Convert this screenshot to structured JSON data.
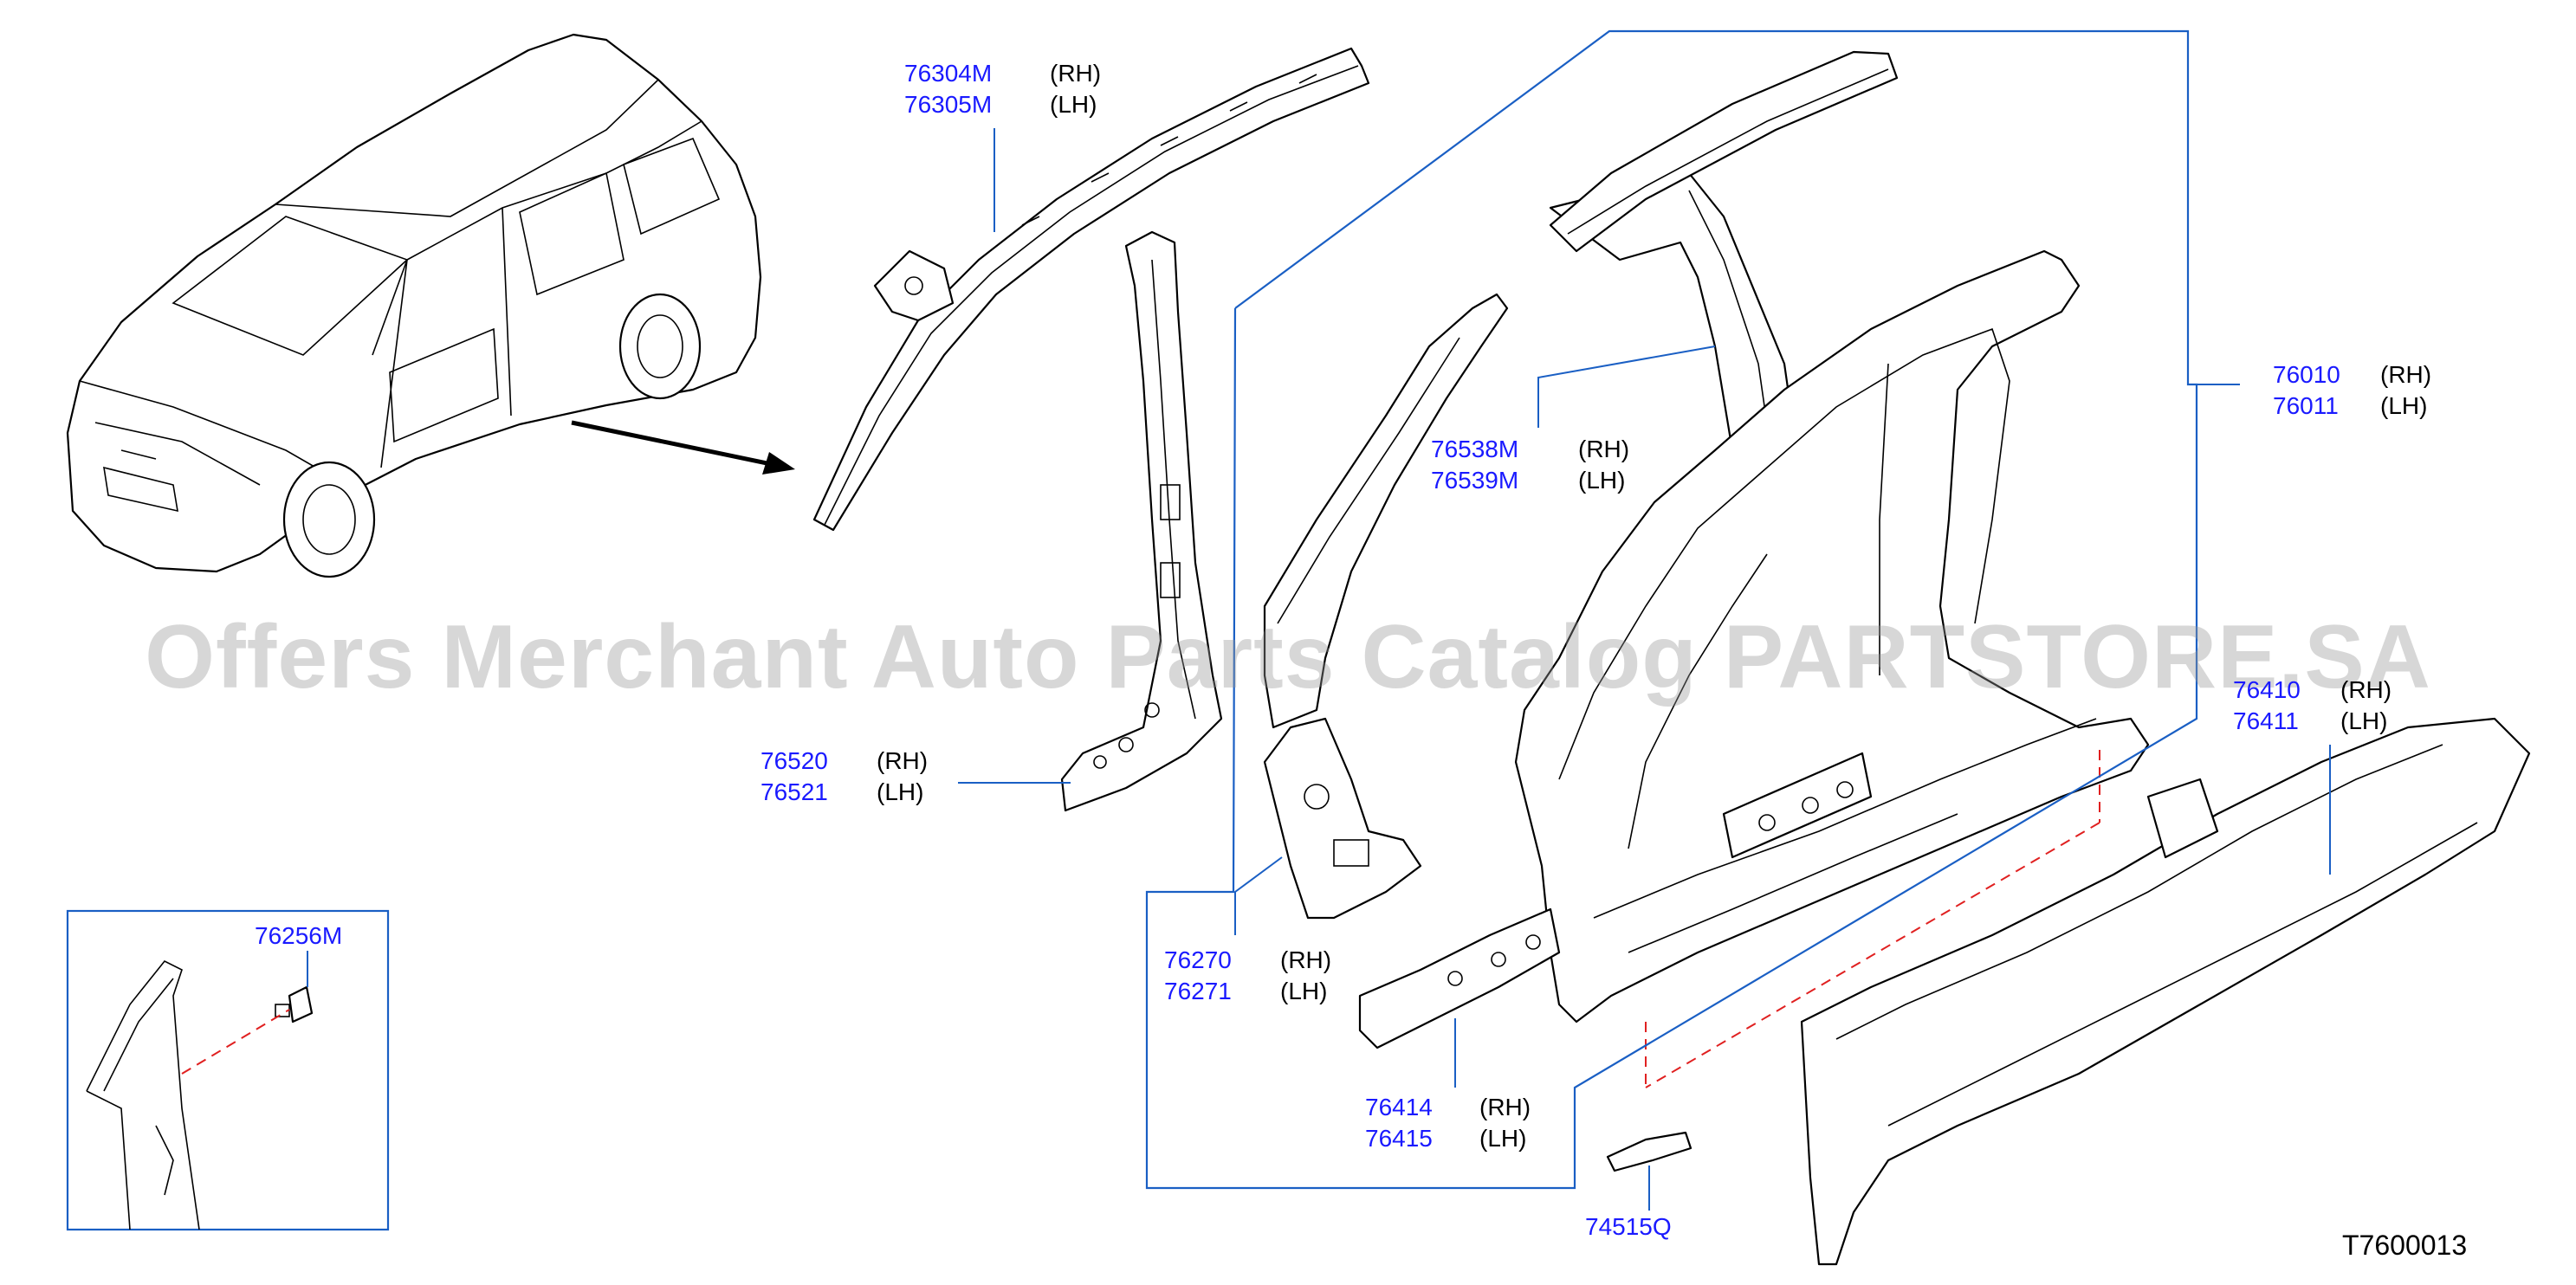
{
  "callouts": [
    {
      "id": "c1",
      "numbers": [
        "76304M",
        "76305M"
      ],
      "sides": [
        "(RH)",
        "(LH)"
      ]
    },
    {
      "id": "c2",
      "numbers": [
        "76520",
        "76521"
      ],
      "sides": [
        "(RH)",
        "(LH)"
      ]
    },
    {
      "id": "c3",
      "numbers": [
        "76538M",
        "76539M"
      ],
      "sides": [
        "(RH)",
        "(LH)"
      ]
    },
    {
      "id": "c4",
      "numbers": [
        "76010",
        "76011"
      ],
      "sides": [
        "(RH)",
        "(LH)"
      ]
    },
    {
      "id": "c5",
      "numbers": [
        "76410",
        "76411"
      ],
      "sides": [
        "(RH)",
        "(LH)"
      ]
    },
    {
      "id": "c6",
      "numbers": [
        "76270",
        "76271"
      ],
      "sides": [
        "(RH)",
        "(LH)"
      ]
    },
    {
      "id": "c7",
      "numbers": [
        "76414",
        "76415"
      ],
      "sides": [
        "(RH)",
        "(LH)"
      ]
    },
    {
      "id": "c8",
      "numbers": [
        "76256M"
      ],
      "sides": []
    },
    {
      "id": "c9",
      "numbers": [
        "74515Q"
      ],
      "sides": []
    }
  ],
  "reference_code": "T7600013",
  "watermark": "Offers Merchant Auto Parts Catalog PARTSTORE.SA",
  "colors": {
    "part_number": "#1a1aff",
    "leader": "#1a5fc4",
    "dashed": "#e02020"
  }
}
